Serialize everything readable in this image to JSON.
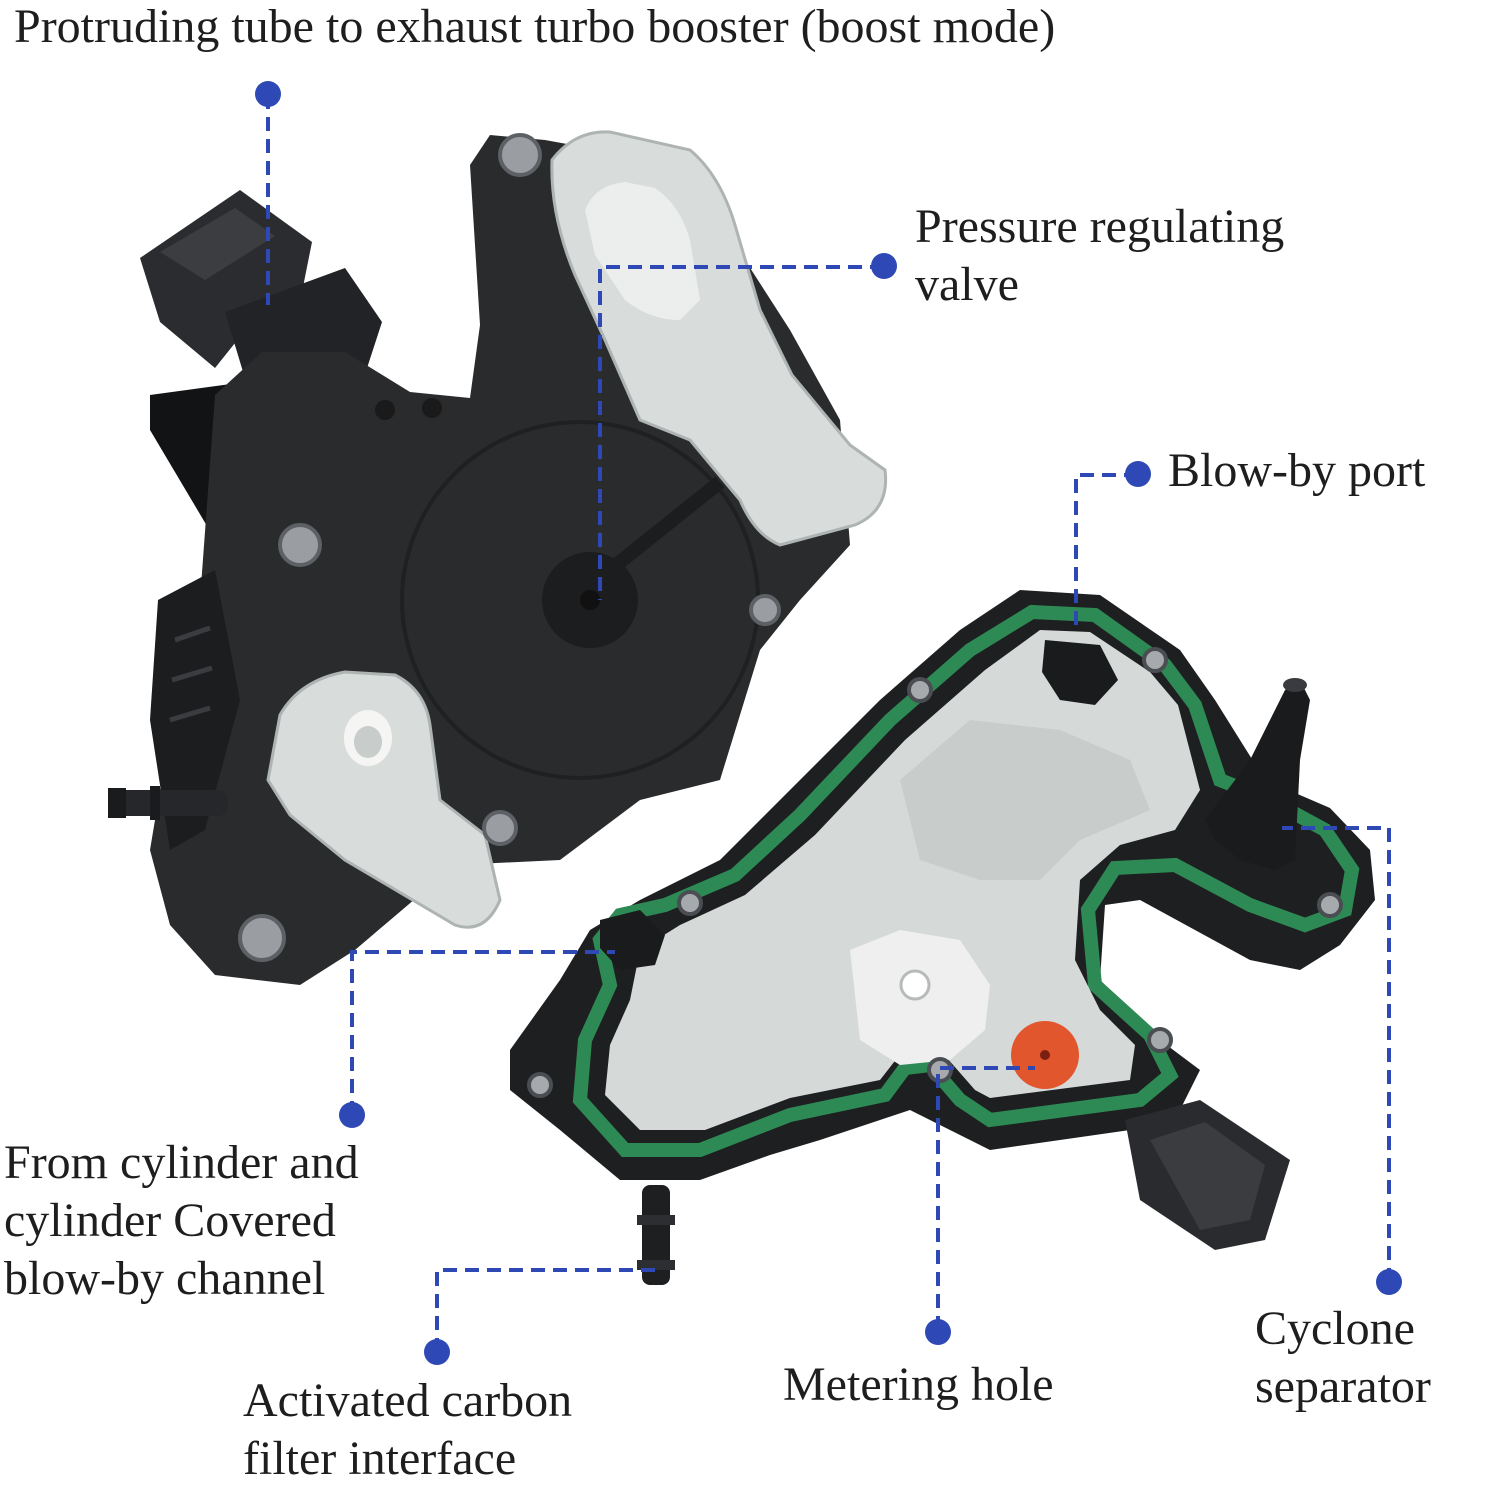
{
  "colors": {
    "accent": "#2e48b5",
    "body_dark": "#2a2b2d",
    "cover_grey": "#d8dcdb",
    "gasket_green": "#2e8a55",
    "metering_orange": "#e2562d"
  },
  "labels": {
    "protruding_tube": "Protruding tube to exhaust turbo booster (boost mode)",
    "pressure_valve": [
      "Pressure regulating",
      "valve"
    ],
    "blow_by_port": "Blow-by port",
    "from_cylinder": [
      "From cylinder and",
      "cylinder Covered",
      "blow-by channel"
    ],
    "carbon_filter": [
      "Activated carbon",
      "filter interface"
    ],
    "metering_hole": "Metering hole",
    "cyclone": [
      "Cyclone",
      "separator"
    ]
  }
}
